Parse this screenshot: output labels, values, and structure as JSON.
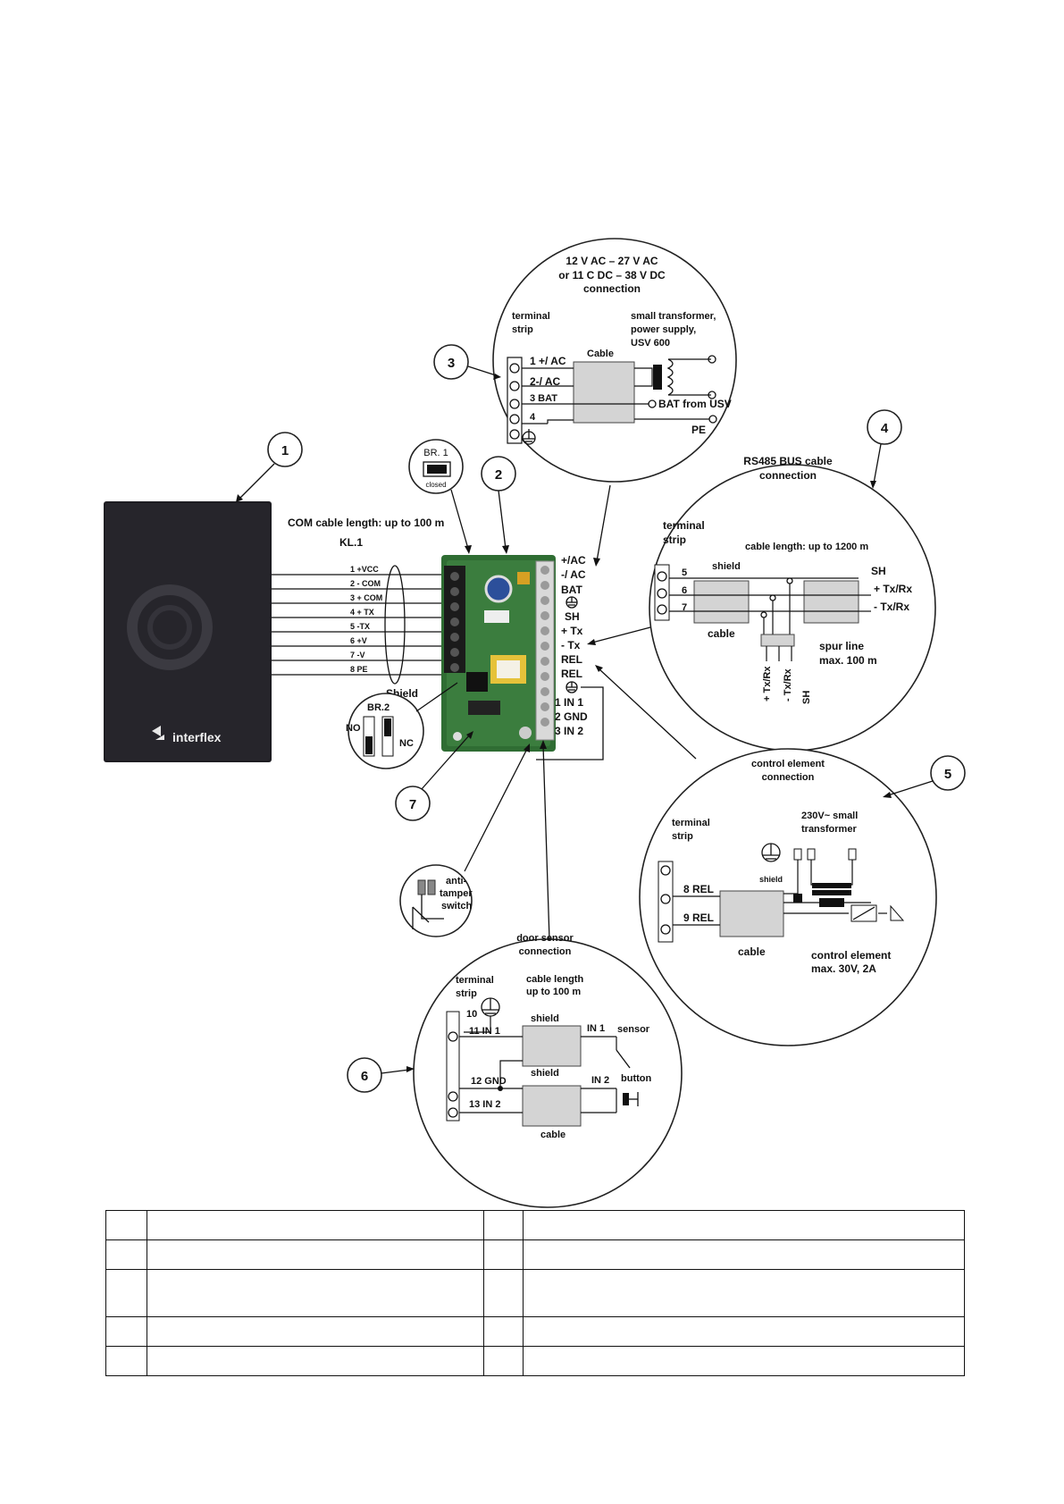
{
  "reader": {
    "brand": "interflex"
  },
  "main": {
    "com_cable": "COM cable length: up to 100 m",
    "kl1": "KL.1",
    "shield": "Shield",
    "wires": [
      "1 +VCC",
      "2 - COM",
      "3 + COM",
      "4 + TX",
      "5 -TX",
      "6 +V",
      "7 -V",
      "8 PE"
    ],
    "right_terminals": [
      "+/AC",
      "-/ AC",
      "BAT",
      "SH",
      "+ Tx",
      "- Tx",
      "REL",
      "REL",
      "1 IN 1",
      "2 GND",
      "3 IN 2"
    ]
  },
  "callouts": [
    "1",
    "2",
    "3",
    "4",
    "5",
    "6",
    "7"
  ],
  "br1": {
    "label": "BR. 1",
    "state": "closed"
  },
  "br2": {
    "label": "BR.2",
    "no": "NO",
    "nc": "NC"
  },
  "tamper": {
    "line1": "anti-",
    "line2": "tamper",
    "line3": "switch"
  },
  "power": {
    "title1": "12 V AC – 27 V AC",
    "title2": "or 11 C DC – 38 V DC",
    "title3": "connection",
    "terminal_strip1": "terminal",
    "terminal_strip2": "strip",
    "transformer1": "small transformer,",
    "transformer2": "power supply,",
    "transformer3": "USV 600",
    "cable": "Cable",
    "t1": "1 +/ AC",
    "t2": "2-/ AC",
    "t3": "3 BAT",
    "t4": "4",
    "bat_from": "BAT from USV",
    "pe": "PE"
  },
  "rs485": {
    "title1": "RS485 BUS cable",
    "title2": "connection",
    "terminal_strip1": "terminal",
    "terminal_strip2": "strip",
    "cable_length": "cable length: up to 1200 m",
    "shield": "shield",
    "sh": "SH",
    "tx_plus": "+ Tx/Rx",
    "tx_minus": "-  Tx/Rx",
    "t5": "5",
    "t6": "6",
    "t7": "7",
    "cable": "cable",
    "spur1": "spur line",
    "spur2": "max. 100 m",
    "v_plus": "+ Tx/Rx",
    "v_minus": "- Tx/Rx",
    "v_sh": "SH"
  },
  "control": {
    "title1": "control element",
    "title2": "connection",
    "terminal_strip1": "terminal",
    "terminal_strip2": "strip",
    "transformer1": "230V~ small",
    "transformer2": "transformer",
    "shield": "shield",
    "t8": "8  REL",
    "t9": "9  REL",
    "cable": "cable",
    "element1": "control element",
    "element2": "max. 30V, 2A"
  },
  "door": {
    "title1": "door sensor",
    "title2": "connection",
    "terminal_strip1": "terminal",
    "terminal_strip2": "strip",
    "cable_length1": "cable length",
    "cable_length2": "up to 100 m",
    "t10": "10",
    "t11": "11 IN 1",
    "t12": "12 GND",
    "t13": "13 IN 2",
    "shield_top": "shield",
    "shield_bottom": "shield",
    "in1": "IN 1",
    "in2": "IN 2",
    "sensor": "sensor",
    "button": "button",
    "cable": "cable"
  }
}
